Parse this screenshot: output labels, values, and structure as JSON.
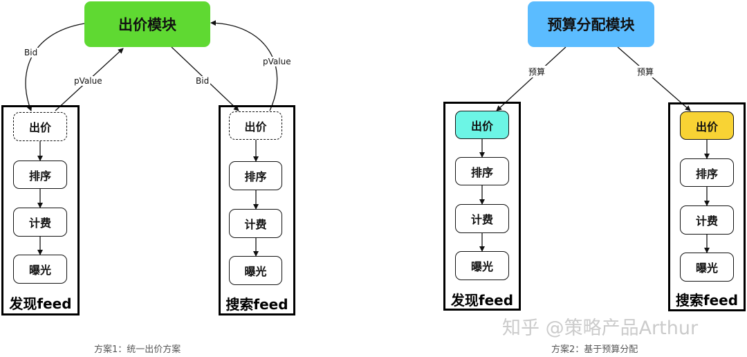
{
  "colors": {
    "bid_module": "#5fd932",
    "budget_module": "#5bbcff",
    "bid_step_cyan": "#6cf5e5",
    "bid_step_yellow": "#f8d334"
  },
  "scheme1": {
    "module": "出价模块",
    "left_edge_labels": {
      "bid": "Bid",
      "pvalue": "pValue"
    },
    "right_edge_labels": {
      "bid": "Bid",
      "pvalue": "pValue"
    },
    "left_box": {
      "steps": [
        "出价",
        "排序",
        "计费",
        "曝光"
      ],
      "label": "发现feed"
    },
    "right_box": {
      "steps": [
        "出价",
        "排序",
        "计费",
        "曝光"
      ],
      "label": "搜索feed"
    },
    "caption": "方案1：统一出价方案"
  },
  "scheme2": {
    "module": "预算分配模块",
    "edge_labels": {
      "left": "预算",
      "right": "预算"
    },
    "left_box": {
      "steps": [
        "出价",
        "排序",
        "计费",
        "曝光"
      ],
      "label": "发现feed"
    },
    "right_box": {
      "steps": [
        "出价",
        "排序",
        "计费",
        "曝光"
      ],
      "label": "搜索feed"
    },
    "caption": "方案2：基于预算分配"
  },
  "watermark": "知乎 @策略产品Arthur"
}
